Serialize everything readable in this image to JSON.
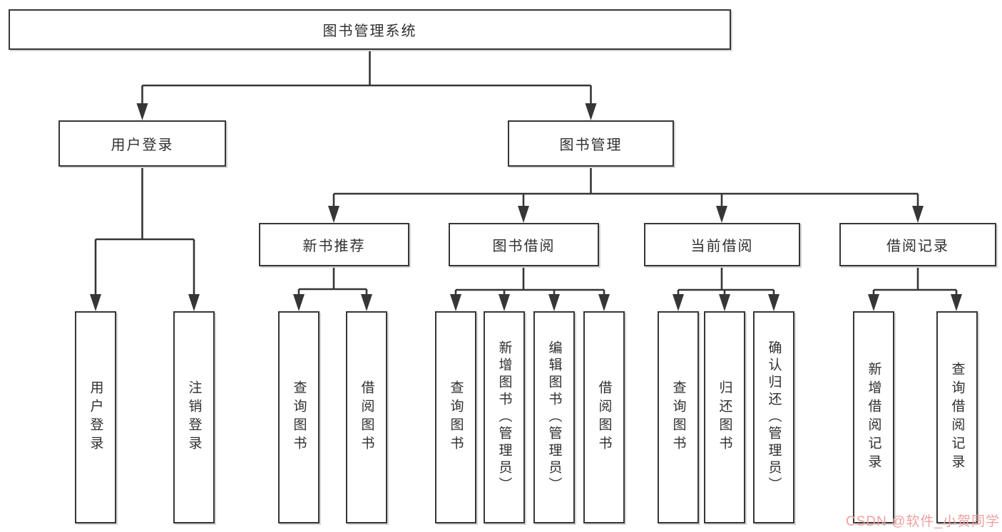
{
  "colors": {
    "line": "#363636",
    "box_border": "#363636",
    "text": "#2f2f2f",
    "background": "#ffffff",
    "watermark": "#f0a0a0"
  },
  "tree": {
    "root": {
      "label": "图书管理系统"
    },
    "level2": [
      {
        "label": "用户登录",
        "children": [
          "用户登录",
          "注销登录"
        ]
      },
      {
        "label": "图书管理",
        "sections": [
          {
            "label": "新书推荐",
            "children": [
              "查询图书",
              "借阅图书"
            ]
          },
          {
            "label": "图书借阅",
            "children": [
              "查询图书",
              "新增图书（管理员）",
              "编辑图书（管理员）",
              "借阅图书"
            ]
          },
          {
            "label": "当前借阅",
            "children": [
              "查询图书",
              "归还图书",
              "确认归还（管理员）"
            ]
          },
          {
            "label": "借阅记录",
            "children": [
              "新增借阅记录",
              "查询借阅记录"
            ]
          }
        ]
      }
    ]
  },
  "watermark": {
    "text": "CSDN @软件_小贺同学"
  }
}
